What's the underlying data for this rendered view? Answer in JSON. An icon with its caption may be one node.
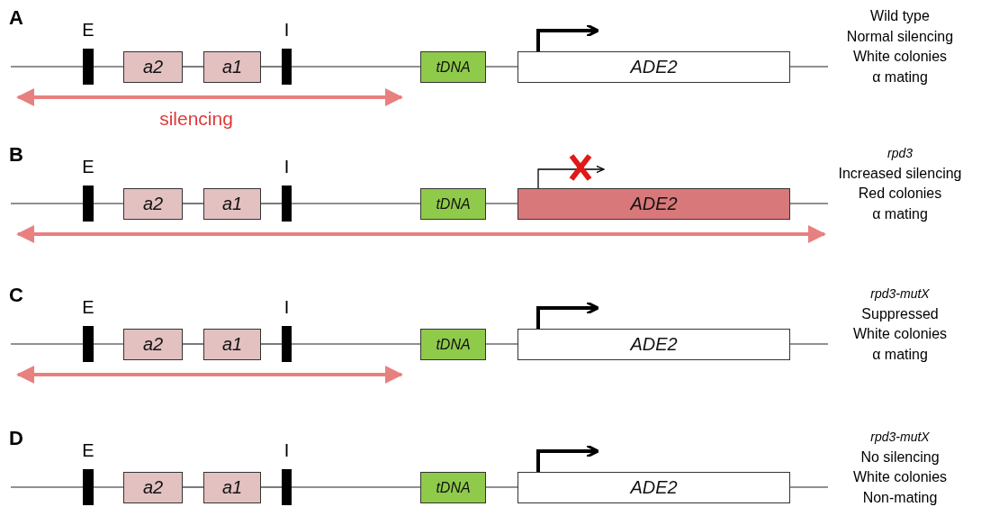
{
  "diagram": {
    "nodes": [
      {
        "text": [
          "E"
        ]
      },
      {
        "text": [
          "a2"
        ]
      },
      {
        "text": [
          "a1"
        ]
      },
      {
        "text": [
          "I"
        ]
      },
      {
        "text": [
          "tDNA"
        ]
      },
      {
        "text": [
          "ADE2"
        ]
      },
      {
        "text": [
          "E"
        ]
      },
      {
        "text": [
          "a2"
        ]
      },
      {
        "text": [
          "a1"
        ]
      },
      {
        "text": [
          "I"
        ]
      },
      {
        "text": [
          "tDNA"
        ]
      },
      {
        "text": [
          "ADE2"
        ]
      },
      {
        "text": [
          "E"
        ]
      },
      {
        "text": [
          "a2"
        ]
      },
      {
        "text": [
          "a1"
        ]
      },
      {
        "text": [
          "I"
        ]
      },
      {
        "text": [
          "tDNA"
        ]
      },
      {
        "text": [
          "ADE2"
        ]
      },
      {
        "text": [
          "E"
        ]
      },
      {
        "text": [
          "a2"
        ]
      },
      {
        "text": [
          "a1"
        ]
      },
      {
        "text": [
          "I"
        ]
      },
      {
        "text": [
          "tDNA"
        ]
      },
      {
        "text": [
          "ADE2"
        ]
      }
    ],
    "edges": [
      {
        "from": null,
        "to": 0,
        "arrow": "none"
      },
      {
        "from": 0,
        "to": 1,
        "arrow": "none"
      },
      {
        "from": 1,
        "to": 2,
        "arrow": "none"
      },
      {
        "from": 2,
        "to": 3,
        "arrow": "none"
      },
      {
        "from": 3,
        "to": 4,
        "arrow": "none"
      },
      {
        "from": 4,
        "to": 5,
        "arrow": "none"
      },
      {
        "from": 5,
        "to": null,
        "arrow": "none"
      },
      {
        "from": null,
        "to": 6,
        "arrow": "none"
      },
      {
        "from": 6,
        "to": 7,
        "arrow": "none"
      },
      {
        "from": 7,
        "to": 8,
        "arrow": "none"
      },
      {
        "from": 8,
        "to": 9,
        "arrow": "none"
      },
      {
        "from": 9,
        "to": 10,
        "arrow": "none"
      },
      {
        "from": 10,
        "to": 11,
        "arrow": "none"
      },
      {
        "from": 11,
        "to": null,
        "arrow": "none"
      },
      {
        "from": null,
        "to": 12,
        "arrow": "none"
      },
      {
        "from": 12,
        "to": 13,
        "arrow": "none"
      },
      {
        "from": 13,
        "to": 14,
        "arrow": "none"
      },
      {
        "from": 14,
        "to": 15,
        "arrow": "none"
      },
      {
        "from": 15,
        "to": 16,
        "arrow": "none"
      },
      {
        "from": 16,
        "to": 17,
        "arrow": "none"
      },
      {
        "from": 17,
        "to": null,
        "arrow": "none"
      },
      {
        "from": null,
        "to": 18,
        "arrow": "none"
      },
      {
        "from": 18,
        "to": 19,
        "arrow": "none"
      },
      {
        "from": 19,
        "to": 20,
        "arrow": "none"
      },
      {
        "from": 20,
        "to": 21,
        "arrow": "none"
      },
      {
        "from": 21,
        "to": 22,
        "arrow": "none"
      },
      {
        "from": 22,
        "to": 23,
        "arrow": "none"
      },
      {
        "from": 23,
        "to": null,
        "arrow": "none"
      }
    ],
    "labels": [
      "A",
      "Wild type",
      "Normal silencing",
      "White colonies",
      "α mating",
      "silencing",
      "B",
      "rpd3",
      "Increased silencing",
      "Red colonies",
      "α mating",
      "C",
      "rpd3-mutX",
      "Suppressed",
      "White colonies",
      "α mating",
      "D",
      "rpd3-mutX",
      "No silencing",
      "White colonies",
      "Non-mating"
    ]
  }
}
